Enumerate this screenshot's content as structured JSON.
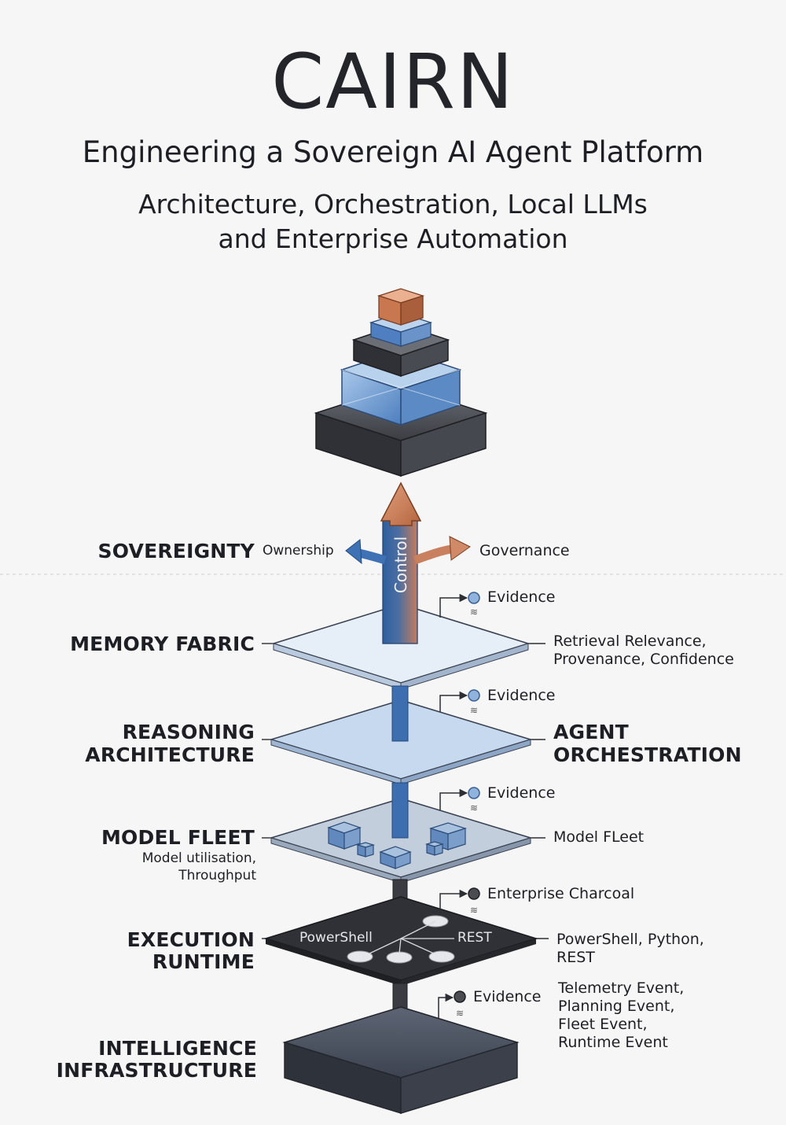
{
  "header": {
    "title": "CAIRN",
    "subtitle": "Engineering a Sovereign AI Agent Platform",
    "subtitle_line2": "Architecture, Orchestration, Local LLMs",
    "subtitle_line3": "and Enterprise Automation"
  },
  "sovereignty": {
    "label": "SOVEREIGNTY",
    "left_arrow": "Ownership",
    "right_arrow": "Governance",
    "center": "Control"
  },
  "layers": {
    "memory_fabric": {
      "label": "MEMORY FABRIC",
      "evidence": "Evidence",
      "right_line1": "Retrieval Relevance,",
      "right_line2": "Provenance, Confidence"
    },
    "reasoning": {
      "label_line1": "REASONING",
      "label_line2": "ARCHITECTURE",
      "evidence": "Evidence",
      "right_line1": "AGENT",
      "right_line2": "ORCHESTRATION"
    },
    "model_fleet": {
      "label": "MODEL FLEET",
      "sub_line1": "Model utilisation,",
      "sub_line2": "Throughput",
      "evidence": "Evidence",
      "right": "Model FLeet"
    },
    "execution": {
      "label_line1": "EXECUTION",
      "label_line2": "RUNTIME",
      "evidence": "Enterprise Charcoal",
      "plate_left": "PowerShell",
      "plate_right": "REST",
      "right_line1": "PowerShell, Python,",
      "right_line2": "REST"
    },
    "infrastructure": {
      "label_line1": "INTELLIGENCE",
      "label_line2": "INFRASTRUCTURE",
      "evidence": "Evidence",
      "right_line1": "Telemetry Event,",
      "right_line2": "Planning Event,",
      "right_line3": "Fleet Event,",
      "right_line4": "Runtime Event"
    }
  },
  "colors": {
    "blue": "#3d6fb0",
    "light_blue": "#9fbfde",
    "copper": "#c9805f",
    "charcoal": "#2d2f35",
    "slate": "#4a5263"
  }
}
